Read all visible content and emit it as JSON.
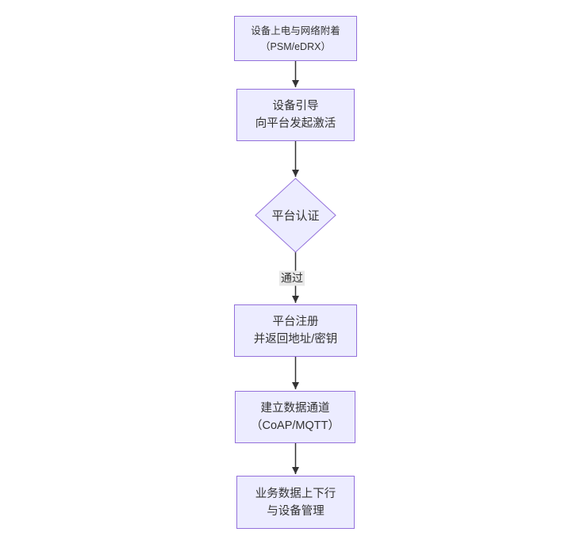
{
  "diagram": {
    "type": "flowchart",
    "direction": "top-down",
    "nodes": [
      {
        "id": "A",
        "shape": "rectangle",
        "lines": [
          "设备上电与网络附着",
          "（PSM/eDRX）"
        ]
      },
      {
        "id": "B",
        "shape": "rectangle",
        "lines": [
          "设备引导",
          "向平台发起激活"
        ]
      },
      {
        "id": "C",
        "shape": "diamond",
        "lines": [
          "平台认证"
        ]
      },
      {
        "id": "D",
        "shape": "rectangle",
        "lines": [
          "平台注册",
          "并返回地址/密钥"
        ]
      },
      {
        "id": "E",
        "shape": "rectangle",
        "lines": [
          "建立数据通道",
          "（CoAP/MQTT）"
        ]
      },
      {
        "id": "F",
        "shape": "rectangle",
        "lines": [
          "业务数据上下行",
          "与设备管理"
        ]
      }
    ],
    "edges": [
      {
        "from": "A",
        "to": "B",
        "label": ""
      },
      {
        "from": "B",
        "to": "C",
        "label": ""
      },
      {
        "from": "C",
        "to": "D",
        "label": "通过"
      },
      {
        "from": "D",
        "to": "E",
        "label": ""
      },
      {
        "from": "E",
        "to": "F",
        "label": ""
      }
    ],
    "colors": {
      "background": "#ffffff",
      "node_fill": "#ECECFF",
      "node_border": "#9370DB",
      "text": "#333333",
      "arrow": "#333333",
      "edge_label_bg": "#e8e8e8"
    }
  }
}
